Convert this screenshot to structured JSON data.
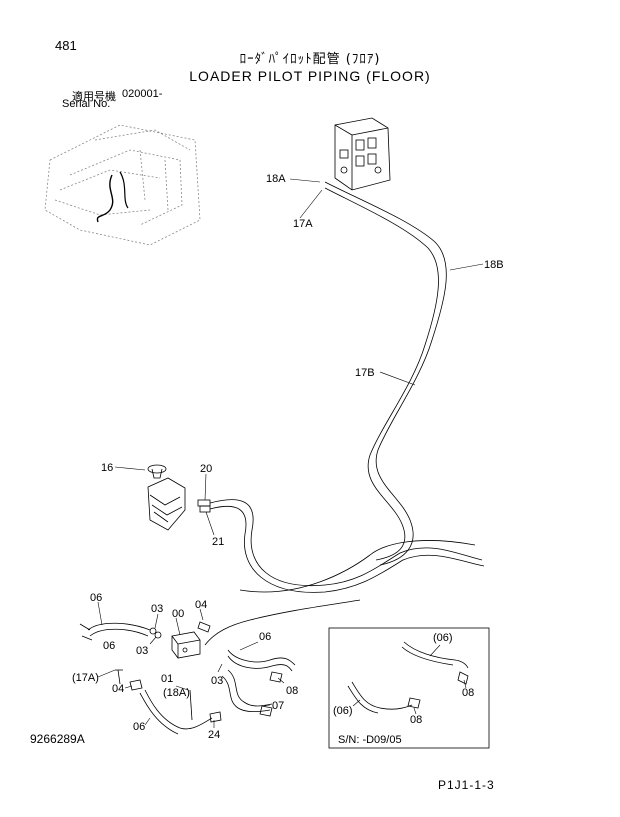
{
  "page_number": "481",
  "title_jp": "ﾛｰﾀﾞﾊﾟｲﾛｯﾄ配管 (ﾌﾛｱ)",
  "title_en": "LOADER PILOT PIPING (FLOOR)",
  "serial_label_jp": "適用号機",
  "serial_label_en": "Serial No.",
  "serial_value": "020001-",
  "figure_ref": "9266289A",
  "footer_code": "P1J1-1-3",
  "inset": {
    "caption": "S/N: -D09/05"
  },
  "callouts": {
    "c18A_top": "18A",
    "c17A_top": "17A",
    "c18B": "18B",
    "c17B": "17B",
    "c16": "16",
    "c20": "20",
    "c21": "21",
    "c06_a": "06",
    "c06_b": "06",
    "c06_c": "06",
    "c06_d": "06",
    "c03_a": "03",
    "c03_b": "03",
    "c03_c": "03",
    "c00": "00",
    "c04_a": "04",
    "c04_b": "04",
    "c17A_paren": "(17A)",
    "c18A_paren": "(18A)",
    "c01": "01",
    "c08_a": "08",
    "c07": "07",
    "c24": "24",
    "c06_inset_top": "(06)",
    "c08_inset_a": "08",
    "c06_inset_bot": "(06)",
    "c08_inset_b": "08"
  }
}
